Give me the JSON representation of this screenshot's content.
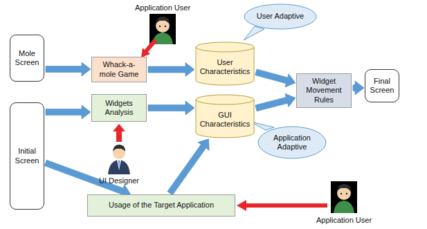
{
  "diagram": {
    "nodes": [
      {
        "text": [
          "Mole Screen"
        ]
      },
      {
        "text": [
          "Whack-a-mole Game"
        ]
      },
      {
        "text": [
          "User Characteristics"
        ]
      },
      {
        "text": [
          "User Adaptive"
        ]
      },
      {
        "text": [
          "Widget Movement Rules"
        ]
      },
      {
        "text": [
          "Final Screen"
        ]
      },
      {
        "text": [
          "Initial Screen"
        ]
      },
      {
        "text": [
          "Widgets Analysis"
        ]
      },
      {
        "text": [
          "GUI Characteristics"
        ]
      },
      {
        "text": [
          "Application Adaptive"
        ]
      },
      {
        "text": [
          "Usage of the Target Application"
        ]
      }
    ],
    "edges": [
      {
        "from": 0,
        "to": 1,
        "arrow": "to"
      },
      {
        "from": 1,
        "to": 2,
        "arrow": "to"
      },
      {
        "from": 2,
        "to": 4,
        "arrow": "to"
      },
      {
        "from": 8,
        "to": 4,
        "arrow": "to"
      },
      {
        "from": 4,
        "to": 5,
        "arrow": "to"
      },
      {
        "from": 6,
        "to": 7,
        "arrow": "to"
      },
      {
        "from": 7,
        "to": 8,
        "arrow": "to"
      },
      {
        "from": 6,
        "to": 10,
        "arrow": "to"
      },
      {
        "from": 10,
        "to": 8,
        "arrow": "to"
      }
    ],
    "labels": [
      "Application User",
      "UI Designer",
      "Application User"
    ]
  }
}
